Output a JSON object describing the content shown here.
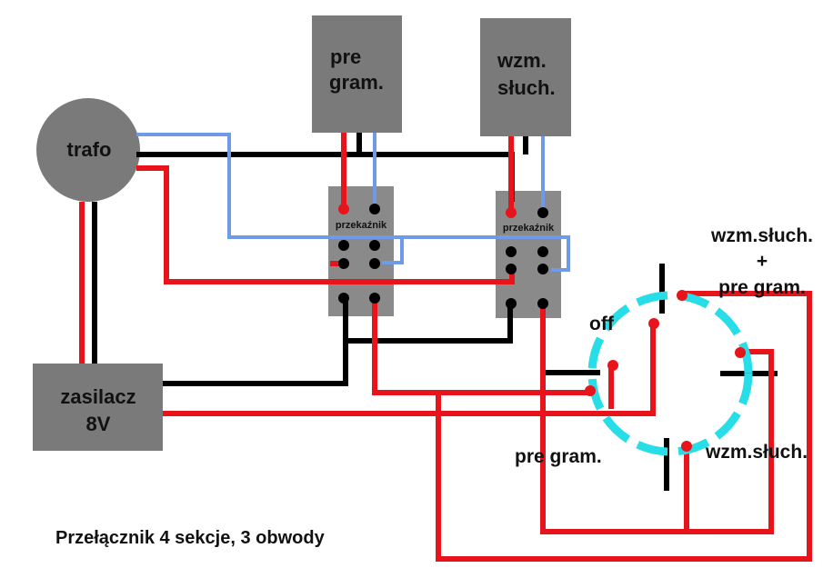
{
  "components": {
    "trafo": "trafo",
    "pre_gram_line1": "pre",
    "pre_gram_line2": "gram.",
    "wzm_sluch_line1": "wzm.",
    "wzm_sluch_line2": "słuch.",
    "zasilacz_line1": "zasilacz",
    "zasilacz_line2": "8V",
    "relay1": "przekaźnik",
    "relay2": "przekaźnik"
  },
  "switch": {
    "pos_both_line1": "wzm.słuch.",
    "pos_both_line2": "+",
    "pos_both_line3": "pre gram.",
    "pos_off": "off",
    "pos_pre_gram": "pre gram.",
    "pos_wzm_sluch": "wzm.słuch."
  },
  "caption": "Przełącznik 4 sekcje, 3 obwody",
  "colors": {
    "box": "#7a7a7a",
    "wire_red": "#e8141c",
    "wire_black": "#000000",
    "wire_blue": "#6f9ae8",
    "switch_ring": "#26dde8",
    "contact": "#e8141c",
    "relay_pin": "#000000"
  }
}
